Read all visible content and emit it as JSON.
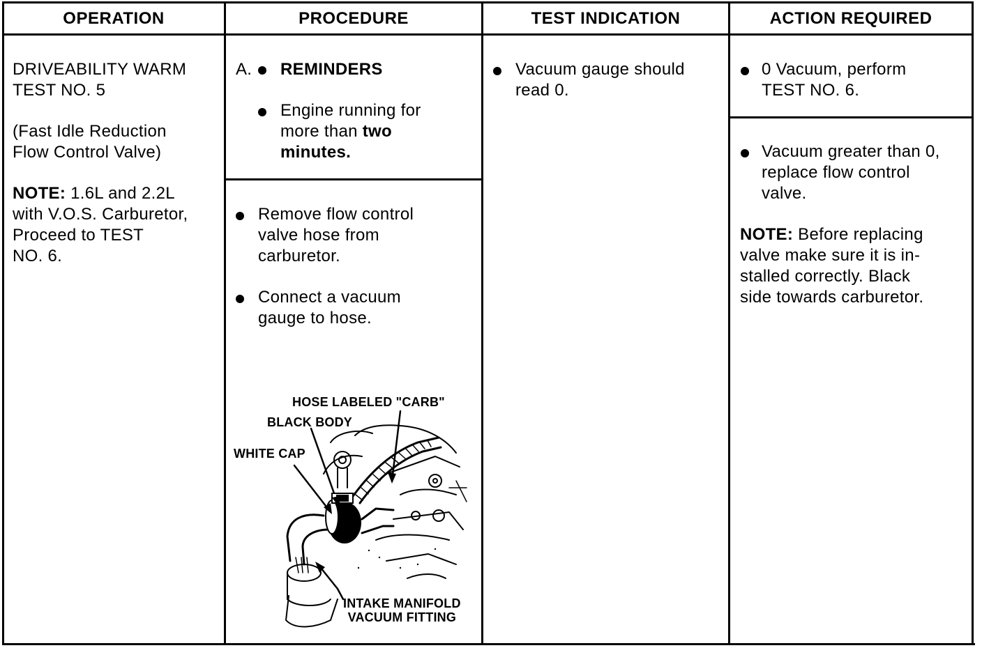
{
  "headers": {
    "operation": "OPERATION",
    "procedure": "PROCEDURE",
    "test_indication": "TEST INDICATION",
    "action_required": "ACTION REQUIRED"
  },
  "operation": {
    "title_line1": "DRIVEABILITY WARM",
    "title_line2": "TEST NO. 5",
    "subtitle_line1": "(Fast Idle Reduction",
    "subtitle_line2": "Flow Control Valve)",
    "note_label": "NOTE:",
    "note_line1_rest": " 1.6L and 2.2L",
    "note_line2": "with V.O.S. Carburetor,",
    "note_line3": "Proceed to TEST",
    "note_line4": "NO. 6."
  },
  "procedure": {
    "step_letter": "A.",
    "reminders_heading": "REMINDERS",
    "reminder_line1": "Engine running for",
    "reminder_line2a": "more than ",
    "reminder_line2b": "two",
    "reminder_line3": "minutes.",
    "step1_line1": "Remove flow control",
    "step1_line2": "valve hose from",
    "step1_line3": "carburetor.",
    "step2_line1": "Connect a vacuum",
    "step2_line2": "gauge to hose."
  },
  "figure_labels": {
    "hose_carb": "HOSE LABELED \"CARB\"",
    "black_body": "BLACK BODY",
    "white_cap": "WHITE CAP",
    "intake_line1": "INTAKE MANIFOLD",
    "intake_line2": "VACUUM FITTING"
  },
  "test_indication": {
    "line1": "Vacuum gauge should",
    "line2": "read 0."
  },
  "action_required": {
    "a1_line1": "0 Vacuum, perform",
    "a1_line2": "TEST NO. 6.",
    "a2_line1": "Vacuum greater than 0,",
    "a2_line2": "replace flow control",
    "a2_line3": "valve.",
    "note_label": "NOTE:",
    "note_line1_rest": " Before replacing",
    "note_line2": "valve make sure it is in-",
    "note_line3": "stalled correctly. Black",
    "note_line4": "side towards carburetor."
  }
}
